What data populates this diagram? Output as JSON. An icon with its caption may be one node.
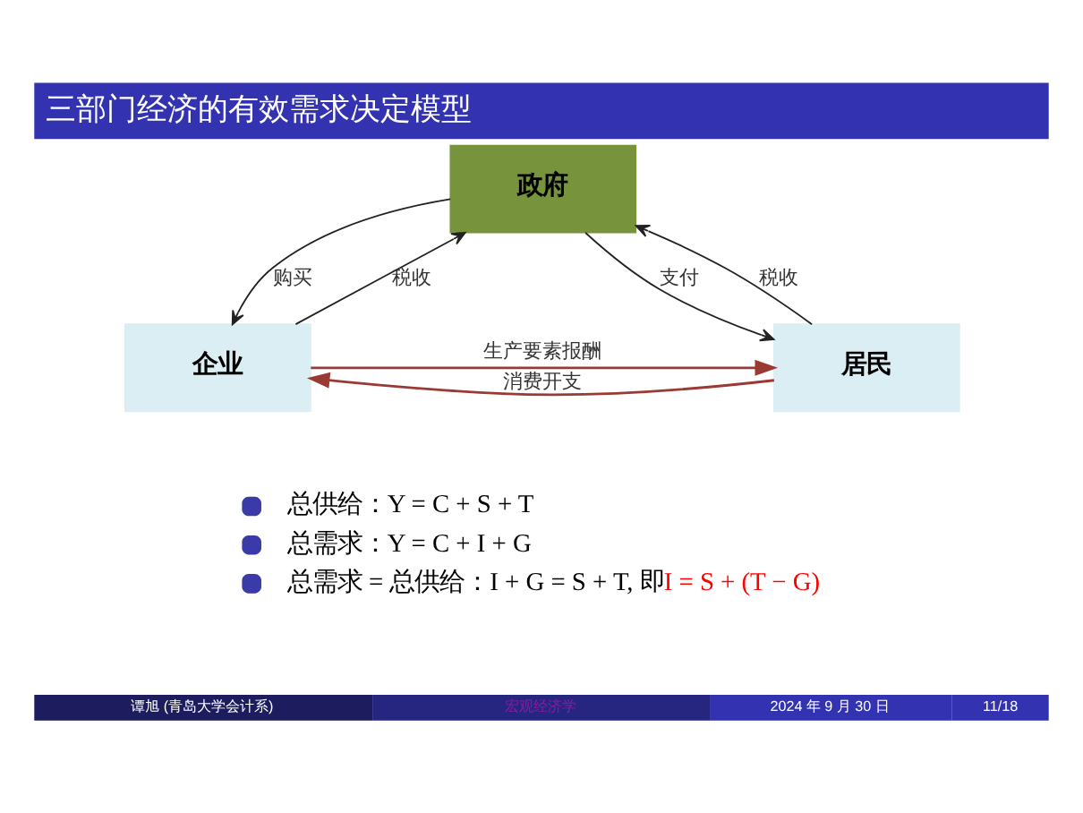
{
  "diagram": {
    "title": "三部门经济的有效需求决定模型",
    "nodes": [
      {
        "text": [
          "政府"
        ]
      },
      {
        "text": [
          "企业"
        ]
      },
      {
        "text": [
          "居民"
        ]
      }
    ],
    "edges": [
      {
        "from": 1,
        "to": 0,
        "arrow": "to",
        "label": "税收"
      },
      {
        "from": 0,
        "to": 1,
        "arrow": "to",
        "label": "购买"
      },
      {
        "from": 0,
        "to": 2,
        "arrow": "to",
        "label": "支付"
      },
      {
        "from": 2,
        "to": 0,
        "arrow": "to",
        "label": "税收"
      },
      {
        "from": 1,
        "to": 2,
        "arrow": "to",
        "label": "生产要素报酬",
        "color": "#9b3a34"
      },
      {
        "from": 2,
        "to": 1,
        "arrow": "to",
        "label": "消费开支",
        "color": "#9b3a34"
      }
    ],
    "labels": [
      "总供给：Y = C + S + T",
      "总需求：Y = C + I + G",
      "总需求 = 总供给：I + G = S + T, 即",
      "I = S + (T − G)",
      "谭旭 (青岛大学会计系)",
      "宏观经济学",
      "2024 年 9 月 30 日",
      "11/18"
    ]
  }
}
